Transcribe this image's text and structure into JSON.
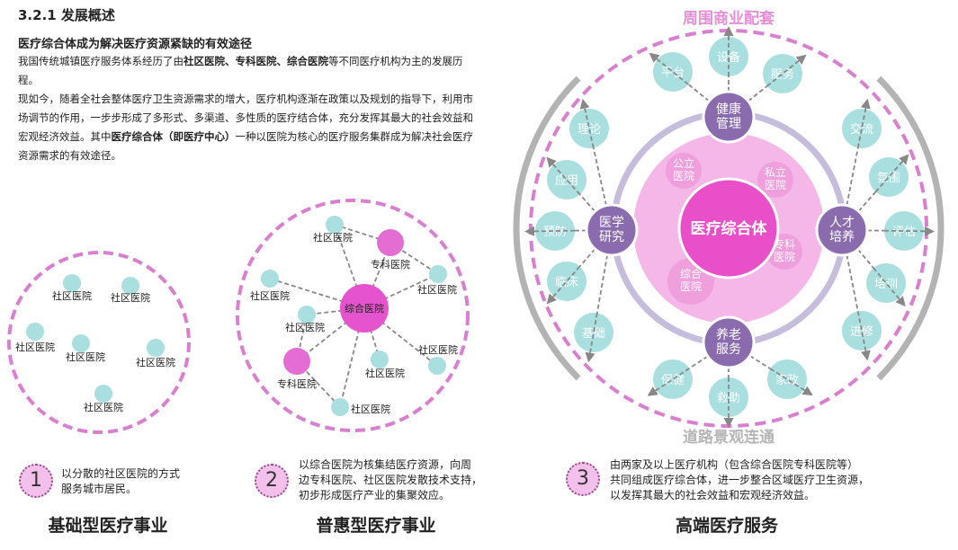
{
  "header": {
    "title": "3.2.1 发展概述",
    "subtitle": "医疗综合体成为解决医疗资源紧缺的有效途径",
    "para1": [
      {
        "t": "我国传统城镇医疗服务体系经历了由",
        "b": false
      },
      {
        "t": "社区医院、专科医院、综合医院",
        "b": true
      },
      {
        "t": "等不同医疗机构为主的发展历程。",
        "b": false
      }
    ],
    "para2": [
      {
        "t": "现如今，随着全社会整体医疗卫生资源需求的增大，医疗机构逐渐在政策以及规划的指导下，利用市场调节的作用，一步步形成了多形式、多渠道、多性质的医疗结合体，充分发挥其最大的社会效益和宏观经济效益。其中",
        "b": false
      },
      {
        "t": "医疗综合体（即医疗中心）",
        "b": true
      },
      {
        "t": "一种以医院为核心的医疗服务集群成为解决社会医疗资源需求的有效途径。",
        "b": false
      }
    ]
  },
  "diagram1": {
    "nodes": [
      "社区医院",
      "社区医院",
      "社区医院",
      "社区医院",
      "社区医院",
      "社区医院"
    ]
  },
  "diagram2": {
    "center": "综合医院",
    "nodes": [
      "社区医院",
      "专科医院",
      "社区医院",
      "社区医院",
      "社区医院",
      "专科医院",
      "社区医院",
      "社区医院",
      "社区医院"
    ]
  },
  "diagram3": {
    "top_label": "周围商业配套",
    "bottom_label": "道路景观连通",
    "center": "医疗综合体",
    "inner": [
      "公立医院",
      "私立医院",
      "专科医院",
      "综合医院"
    ],
    "hubs": [
      "健康管理",
      "医学研究",
      "人才培养",
      "养老服务"
    ],
    "leaves": [
      "平台",
      "设备",
      "服务",
      "理论",
      "应用",
      "预防",
      "临床",
      "基础",
      "保健",
      "救助",
      "家政",
      "交流",
      "氛围",
      "评估",
      "培训",
      "进修"
    ]
  },
  "steps": [
    {
      "num": "1",
      "desc": [
        "以分散的社区医院的方式",
        "服务城市居民。"
      ],
      "title": "基础型医疗事业"
    },
    {
      "num": "2",
      "desc": [
        "以综合医院为核集结医疗资源，向周",
        "边专科医院、社区医院发散技术支持，",
        "初步形成医疗产业的集聚效应。"
      ],
      "title": "普惠型医疗事业"
    },
    {
      "num": "3",
      "desc": [
        "由两家及以上医疗机构（包含综合医院专科医院等）",
        "共同组成医疗综合体，进一步整合区域医疗卫生资源，",
        "以发挥其最大的社会效益和宏观经济效益。"
      ],
      "title": "高端医疗服务"
    }
  ],
  "colors": {
    "teal": "#a9dfdf",
    "purple": "#8a6cae",
    "dash": "#d97fd0",
    "magenta": "#e84fc8",
    "pink": "#f5b6e8",
    "ring": "#c6bcdc",
    "gray": "#b3b3b3"
  }
}
